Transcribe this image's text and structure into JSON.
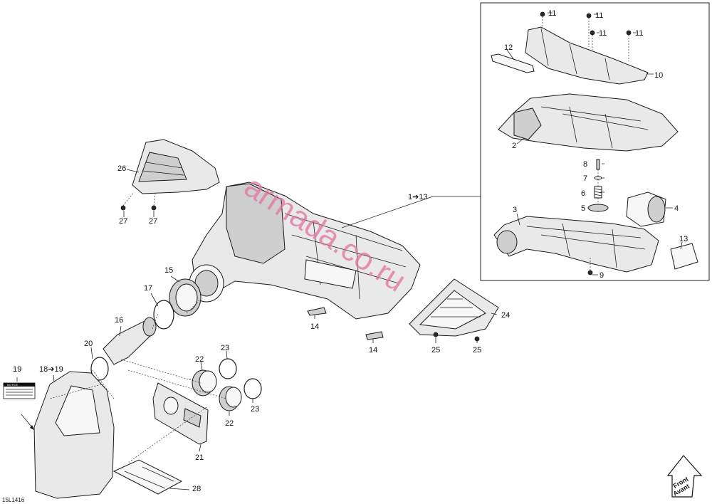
{
  "diagram_code": "15L1416",
  "watermark": "armada.co.ru",
  "front_label": "Front",
  "front_label_alt": "Avant",
  "notice_label": "NOTICE",
  "callouts": {
    "c1": "11",
    "c2": "11",
    "c3": "11",
    "c4": "11",
    "c5": "12",
    "c6": "10",
    "c7": "2",
    "c8": "8",
    "c9": "7",
    "c10": "6",
    "c11": "5",
    "c12": "4",
    "c13": "3",
    "c14": "13",
    "c15": "9",
    "c16": "1➔13",
    "c17": "26",
    "c18": "27",
    "c19": "27",
    "c20": "15",
    "c21": "17",
    "c22": "16",
    "c23": "20",
    "c24": "19",
    "c25": "18➔19",
    "c26": "14",
    "c27": "14",
    "c28": "24",
    "c29": "25",
    "c30": "25",
    "c31": "22",
    "c32": "23",
    "c33": "22",
    "c34": "23",
    "c35": "21",
    "c36": "28"
  }
}
